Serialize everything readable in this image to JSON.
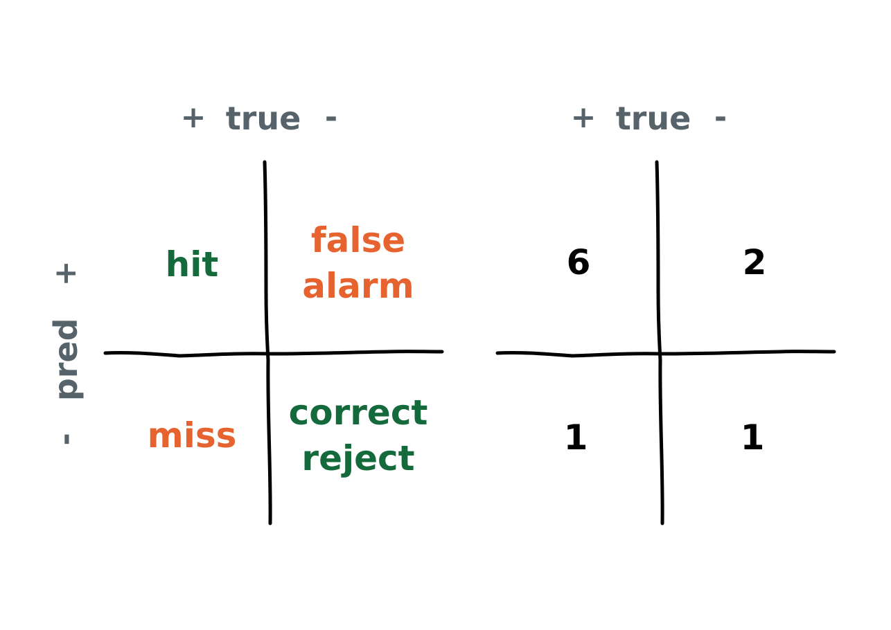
{
  "axes": {
    "true_label": "true",
    "pred_label": "pred",
    "plus": "+",
    "minus": "-"
  },
  "left_matrix": {
    "top_left": "hit",
    "top_right": [
      "false",
      "alarm"
    ],
    "bottom_left": "miss",
    "bottom_right": [
      "correct",
      "reject"
    ]
  },
  "right_matrix": {
    "top_left": "6",
    "top_right": "2",
    "bottom_left": "1",
    "bottom_right": "1"
  },
  "colors": {
    "axis_text": "#56636b",
    "correct_outcome": "#146a3a",
    "error_outcome": "#e6622f",
    "lines": "#000000"
  }
}
